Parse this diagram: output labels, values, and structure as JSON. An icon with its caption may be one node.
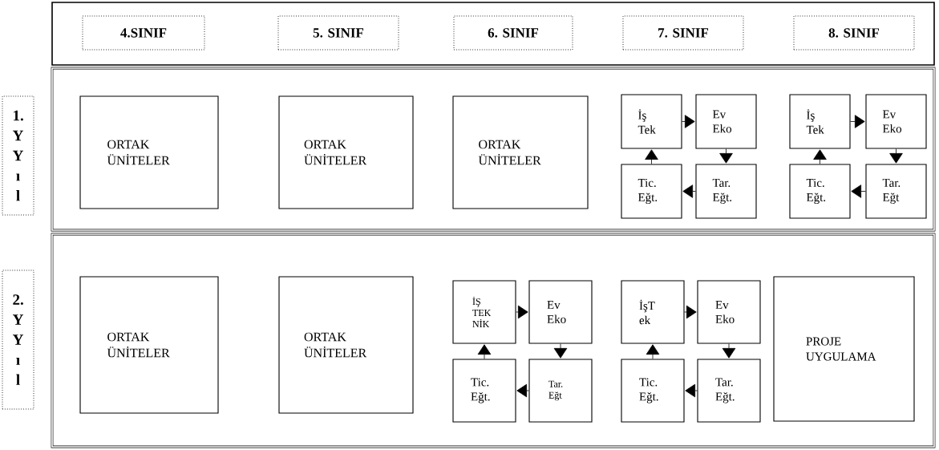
{
  "diagram": {
    "nodes": [
      {
        "text": [],
        "shape": "box"
      },
      {
        "text": [
          "4.SINIF"
        ],
        "in": 0
      },
      {
        "text": [
          "5. SINIF"
        ],
        "in": 0
      },
      {
        "text": [
          "6. SINIF"
        ],
        "in": 0
      },
      {
        "text": [
          "7. SINIF"
        ],
        "in": 0
      },
      {
        "text": [
          "8. SINIF"
        ],
        "in": 0
      },
      {
        "text": [
          "1. Y Y ı l"
        ]
      },
      {
        "text": [],
        "shape": "box"
      },
      {
        "text": [
          "ORTAK ÜNİTELER"
        ],
        "in": 7
      },
      {
        "text": [
          "ORTAK ÜNİTELER"
        ],
        "in": 7
      },
      {
        "text": [
          "ORTAK ÜNİTELER"
        ],
        "in": 7
      },
      {
        "text": [
          "İş Tek"
        ],
        "in": 7
      },
      {
        "text": [
          "Ev Eko"
        ],
        "in": 7
      },
      {
        "text": [
          "Tic. Eğt."
        ],
        "in": 7
      },
      {
        "text": [
          "Tar. Eğt."
        ],
        "in": 7
      },
      {
        "text": [
          "İş Tek"
        ],
        "in": 7
      },
      {
        "text": [
          "Ev Eko"
        ],
        "in": 7
      },
      {
        "text": [
          "Tic. Eğt."
        ],
        "in": 7
      },
      {
        "text": [
          "Tar. Eğt"
        ],
        "in": 7
      },
      {
        "text": [
          "2. Y Y ı l"
        ]
      },
      {
        "text": [],
        "shape": "box"
      },
      {
        "text": [
          "ORTAK ÜNİTELER"
        ],
        "in": 20
      },
      {
        "text": [
          "ORTAK ÜNİTELER"
        ],
        "in": 20
      },
      {
        "text": [
          "İŞ TEK NİK"
        ],
        "in": 20
      },
      {
        "text": [
          "Ev Eko"
        ],
        "in": 20
      },
      {
        "text": [
          "Tic. Eğt."
        ],
        "in": 20
      },
      {
        "text": [
          "Tar. Eğt"
        ],
        "in": 20
      },
      {
        "text": [
          "İşT ek"
        ],
        "in": 20
      },
      {
        "text": [
          "Ev Eko"
        ],
        "in": 20
      },
      {
        "text": [
          "Tic. Eğt."
        ],
        "in": 20
      },
      {
        "text": [
          "Tar. Eğt."
        ],
        "in": 20
      },
      {
        "text": [
          "PROJE UYGULAMA"
        ],
        "in": 20
      }
    ],
    "edges": [
      {
        "from": 11,
        "to": 12,
        "arrow": "to"
      },
      {
        "from": 12,
        "to": 14,
        "arrow": "to"
      },
      {
        "from": 14,
        "to": 13,
        "arrow": "to"
      },
      {
        "from": 13,
        "to": 11,
        "arrow": "to"
      },
      {
        "from": 15,
        "to": 16,
        "arrow": "to"
      },
      {
        "from": 16,
        "to": 18,
        "arrow": "to"
      },
      {
        "from": 18,
        "to": 17,
        "arrow": "to"
      },
      {
        "from": 17,
        "to": 15,
        "arrow": "to"
      },
      {
        "from": 23,
        "to": 24,
        "arrow": "to"
      },
      {
        "from": 24,
        "to": 26,
        "arrow": "to"
      },
      {
        "from": 26,
        "to": 25,
        "arrow": "to"
      },
      {
        "from": 25,
        "to": 23,
        "arrow": "to"
      },
      {
        "from": 27,
        "to": 28,
        "arrow": "to"
      },
      {
        "from": 28,
        "to": 30,
        "arrow": "to"
      },
      {
        "from": 30,
        "to": 29,
        "arrow": "to"
      },
      {
        "from": 29,
        "to": 27,
        "arrow": "to"
      }
    ]
  }
}
